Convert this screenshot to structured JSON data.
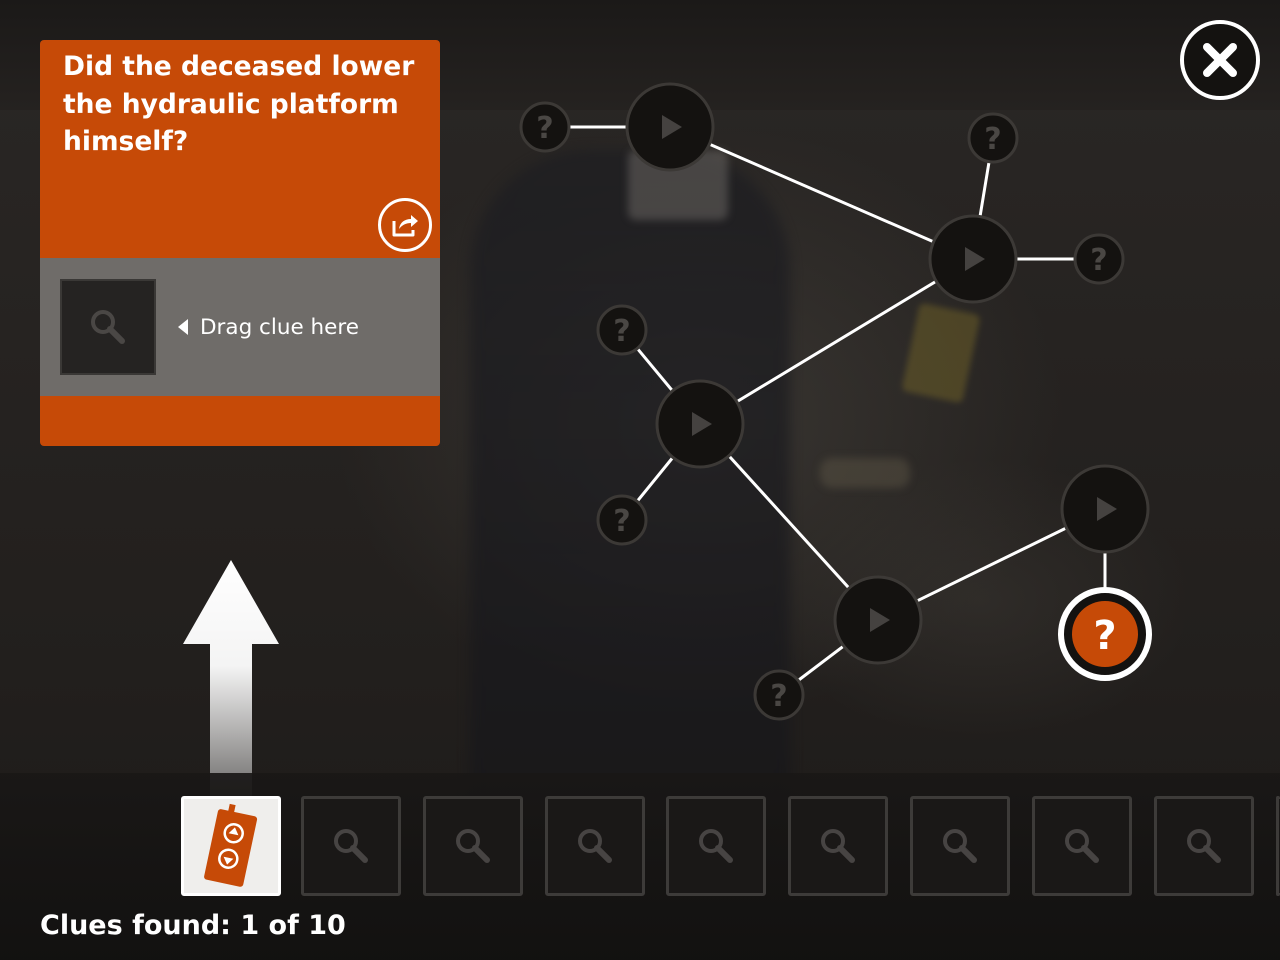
{
  "question": {
    "text": "Did the deceased lower the hydraulic platform himself?",
    "share_icon": "share-icon"
  },
  "drop_zone": {
    "hint": "Drag clue here",
    "slot_icon": "magnifier-icon"
  },
  "graph": {
    "nodes": [
      {
        "id": "v1",
        "kind": "video",
        "state": "unlocked"
      },
      {
        "id": "v2",
        "kind": "video",
        "state": "unlocked"
      },
      {
        "id": "v3",
        "kind": "video",
        "state": "unlocked"
      },
      {
        "id": "v4",
        "kind": "video",
        "state": "unlocked"
      },
      {
        "id": "v5",
        "kind": "video",
        "state": "unlocked"
      },
      {
        "id": "q1",
        "kind": "question",
        "label": "?",
        "state": "locked"
      },
      {
        "id": "q2",
        "kind": "question",
        "label": "?",
        "state": "locked"
      },
      {
        "id": "q3",
        "kind": "question",
        "label": "?",
        "state": "locked"
      },
      {
        "id": "q4",
        "kind": "question",
        "label": "?",
        "state": "locked"
      },
      {
        "id": "q5",
        "kind": "question",
        "label": "?",
        "state": "locked"
      },
      {
        "id": "q6",
        "kind": "question",
        "label": "?",
        "state": "locked"
      },
      {
        "id": "q7",
        "kind": "question",
        "label": "?",
        "state": "active"
      }
    ]
  },
  "clues": {
    "found": 1,
    "total": 10,
    "label": "Clues found: 1 of 10",
    "slots": [
      {
        "state": "found",
        "icon": "remote-control-icon"
      },
      {
        "state": "empty",
        "icon": "magnifier-icon"
      },
      {
        "state": "empty",
        "icon": "magnifier-icon"
      },
      {
        "state": "empty",
        "icon": "magnifier-icon"
      },
      {
        "state": "empty",
        "icon": "magnifier-icon"
      },
      {
        "state": "empty",
        "icon": "magnifier-icon"
      },
      {
        "state": "empty",
        "icon": "magnifier-icon"
      },
      {
        "state": "empty",
        "icon": "magnifier-icon"
      },
      {
        "state": "empty",
        "icon": "magnifier-icon"
      }
    ]
  },
  "colors": {
    "accent": "#c64a07",
    "drop_zone": "#6f6c69",
    "node_fill": "#141210",
    "link": "#ffffff"
  },
  "close_icon": "close-icon"
}
